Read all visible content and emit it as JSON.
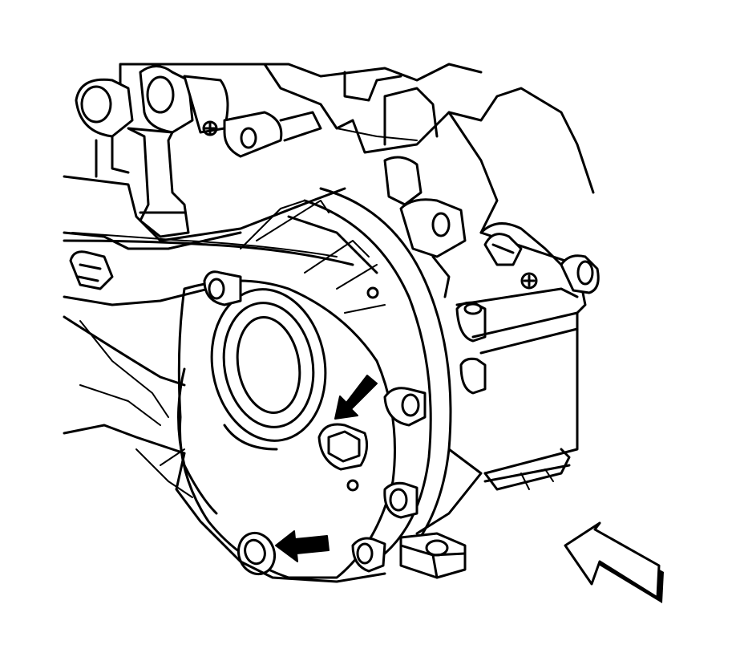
{
  "diagram": {
    "subject": "transaxle-case-drain-and-fill-plugs",
    "callouts": [
      {
        "id": "fill-plug-arrow",
        "kind": "pointer",
        "fill": "#000000"
      },
      {
        "id": "drain-plug-arrow",
        "kind": "pointer",
        "fill": "#000000"
      },
      {
        "id": "vehicle-front-arrow",
        "kind": "view-direction",
        "fill": "#ffffff",
        "shadow": "#000000"
      }
    ],
    "colors": {
      "line": "#000000",
      "background": "#ffffff"
    }
  }
}
